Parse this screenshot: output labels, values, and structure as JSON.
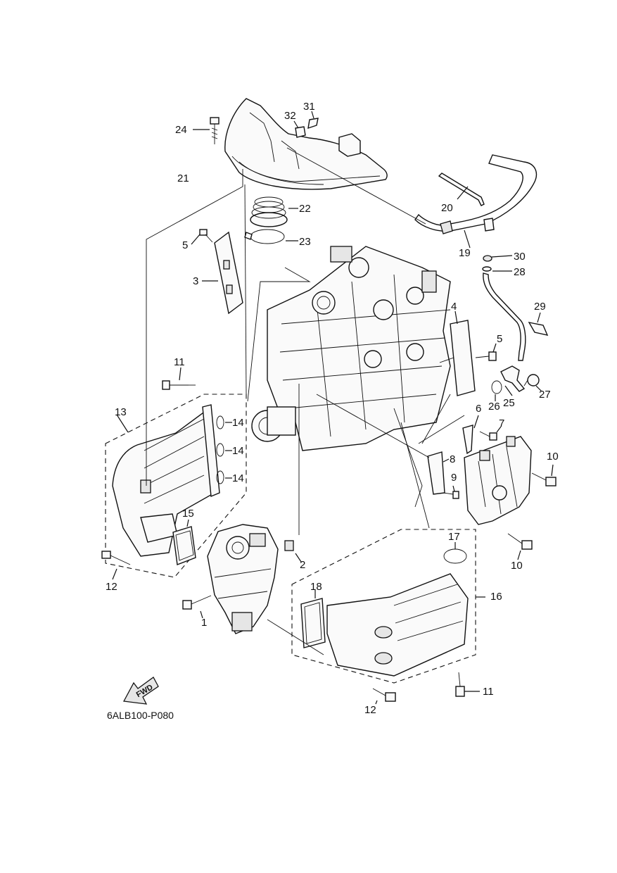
{
  "diagram_code": "6ALB100-P080",
  "fwd_label": "FWD",
  "callouts": [
    "1",
    "2",
    "3",
    "4",
    "5",
    "5",
    "6",
    "7",
    "8",
    "9",
    "10",
    "10",
    "11",
    "11",
    "12",
    "12",
    "13",
    "14",
    "14",
    "14",
    "15",
    "16",
    "17",
    "18",
    "19",
    "20",
    "21",
    "22",
    "23",
    "24",
    "25",
    "26",
    "27",
    "28",
    "29",
    "30",
    "31",
    "32"
  ]
}
